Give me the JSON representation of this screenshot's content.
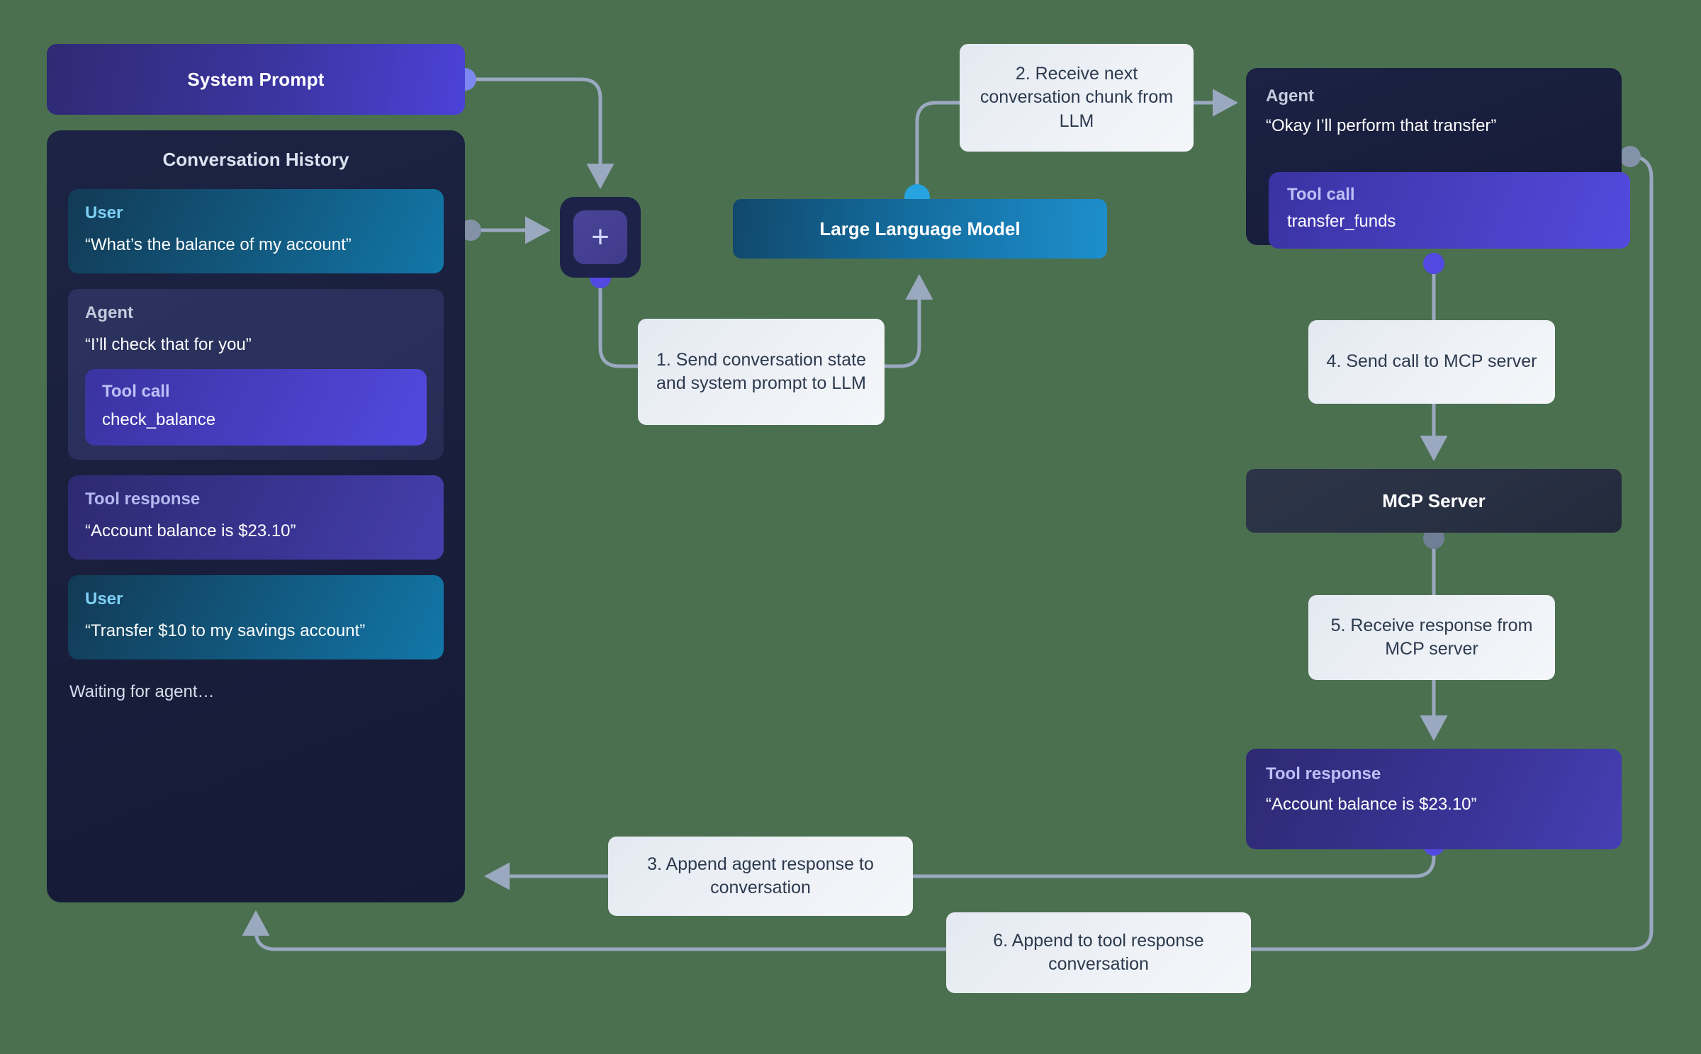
{
  "diagram": {
    "title": "Agent MCP tool-calling loop",
    "system_prompt": {
      "label": "System Prompt"
    },
    "conversation": {
      "title": "Conversation History",
      "messages": [
        {
          "role": "User",
          "text": "“What’s the balance of my account”"
        },
        {
          "role": "Agent",
          "text": "“I’ll check that for you”",
          "tool_call": {
            "label": "Tool call",
            "name": "check_balance"
          }
        },
        {
          "role": "Tool response",
          "text": "“Account balance is $23.10”"
        },
        {
          "role": "User",
          "text": "“Transfer $10 to my savings account”"
        }
      ],
      "waiting_text": "Waiting for agent…"
    },
    "merge_node": {
      "symbol": "+"
    },
    "llm": {
      "label": "Large Language Model"
    },
    "agent": {
      "role": "Agent",
      "text": "“Okay I’ll perform that transfer”",
      "tool_call": {
        "label": "Tool call",
        "name": "transfer_funds"
      }
    },
    "mcp_server": {
      "label": "MCP Server"
    },
    "tool_response_right": {
      "label": "Tool response",
      "text": "“Account balance is $23.10”"
    },
    "steps": [
      {
        "id": 1,
        "text": "1. Send conversation state and system prompt to LLM"
      },
      {
        "id": 2,
        "text": "2. Receive next conversation chunk from LLM"
      },
      {
        "id": 3,
        "text": "3. Append agent response to conversation"
      },
      {
        "id": 4,
        "text": "4. Send call to MCP server"
      },
      {
        "id": 5,
        "text": "5. Receive response from MCP server"
      },
      {
        "id": 6,
        "text": "6. Append to tool response conversation"
      }
    ],
    "colors": {
      "background": "#4b7050",
      "wire": "#9aa8c0",
      "system_prompt_accent": "#4b42d8",
      "user_accent": "#7fd0f5",
      "tool_accent": "#b4b9f2",
      "llm_accent": "#1d8fcc",
      "panel_dark": "#191f3c",
      "callout_bg": "#eef1f6",
      "callout_text": "#2c3a4e"
    }
  }
}
